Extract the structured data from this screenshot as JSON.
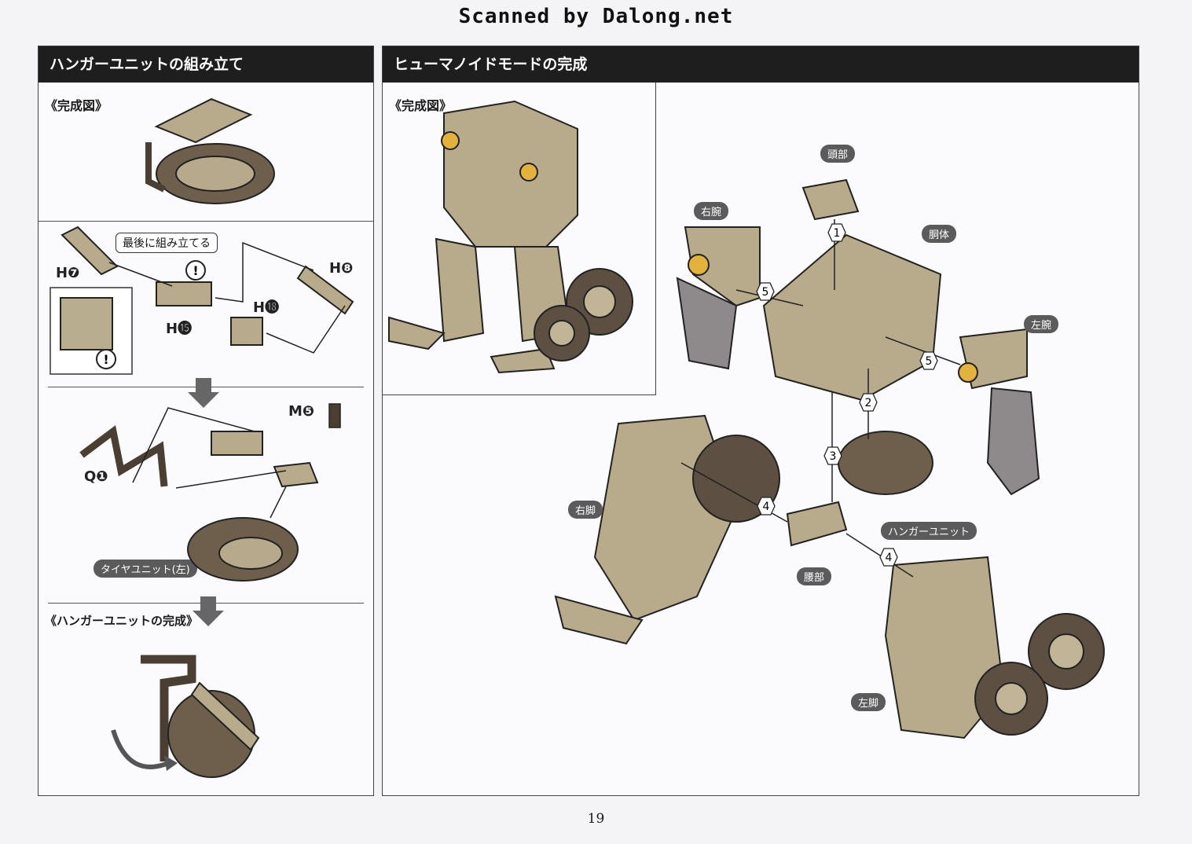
{
  "scan_credit": "Scanned by Dalong.net",
  "left_panel": {
    "title": "ハンガーユニットの組み立て",
    "complete_label": "《完成図》",
    "note_label": "最後に組み立てる",
    "parts": [
      "H❼",
      "H❽",
      "H⓲",
      "H⓯",
      "M❺",
      "Q❶"
    ],
    "tire_label": "タイヤユニット(左)",
    "finish_label": "《ハンガーユニットの完成》"
  },
  "right_panel": {
    "title": "ヒューマノイドモードの完成",
    "complete_label": "《完成図》",
    "labels": {
      "head": "頭部",
      "torso": "胴体",
      "right_arm": "右腕",
      "left_arm": "左腕",
      "right_leg": "右脚",
      "left_leg": "左脚",
      "waist": "腰部",
      "hanger_unit": "ハンガーユニット"
    },
    "steps": [
      "1",
      "5",
      "5",
      "2",
      "3",
      "4",
      "4"
    ]
  },
  "page_number": "19"
}
